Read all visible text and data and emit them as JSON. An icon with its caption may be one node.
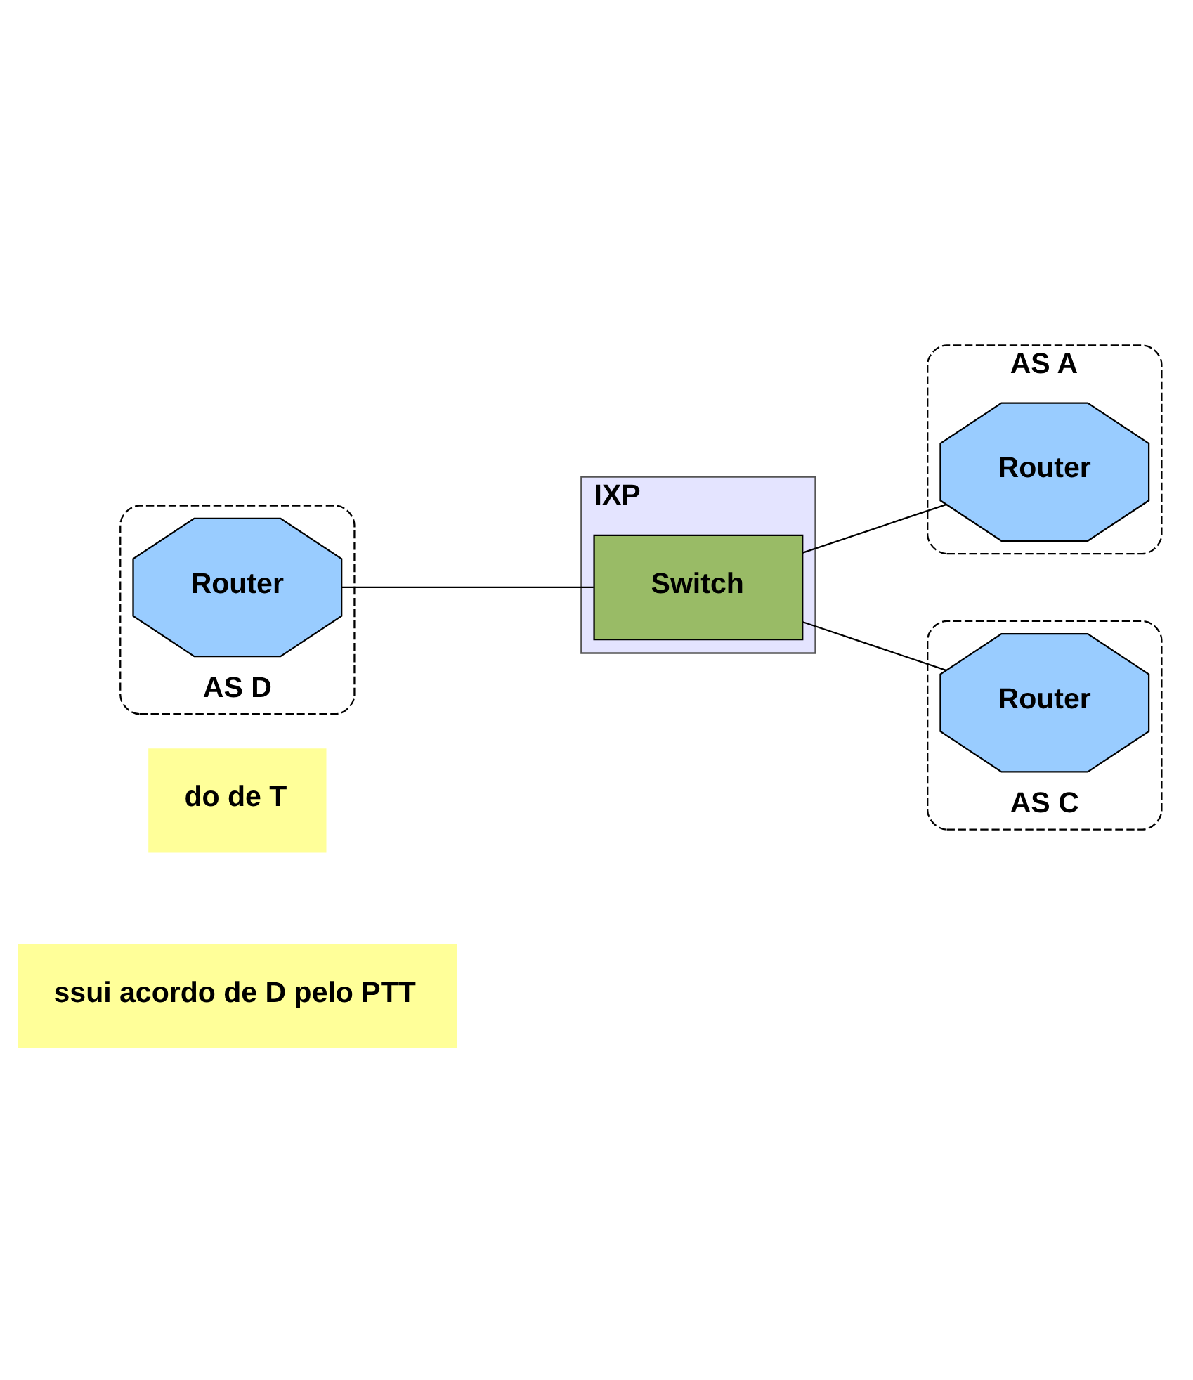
{
  "diagram": {
    "nodes": [
      {
        "text": [
          "ssui acordo de D pelo PTT"
        ]
      },
      {
        "text": [
          "do de T"
        ]
      },
      {
        "text": [
          "AS A"
        ]
      },
      {
        "text": [
          "Router"
        ],
        "in": 2
      },
      {
        "text": [
          "AS D"
        ]
      },
      {
        "text": [
          "Router"
        ],
        "in": 4
      },
      {
        "text": [
          "IXP"
        ]
      },
      {
        "text": [
          "Switch"
        ],
        "in": 6
      },
      {
        "text": [
          "AS C"
        ]
      },
      {
        "text": [
          "Router"
        ],
        "in": 8
      }
    ],
    "edges": [
      {
        "from": 3,
        "to": 7,
        "arrow": "none"
      },
      {
        "from": 5,
        "to": 7,
        "arrow": "none"
      },
      {
        "from": 7,
        "to": 9,
        "arrow": "none"
      }
    ]
  }
}
